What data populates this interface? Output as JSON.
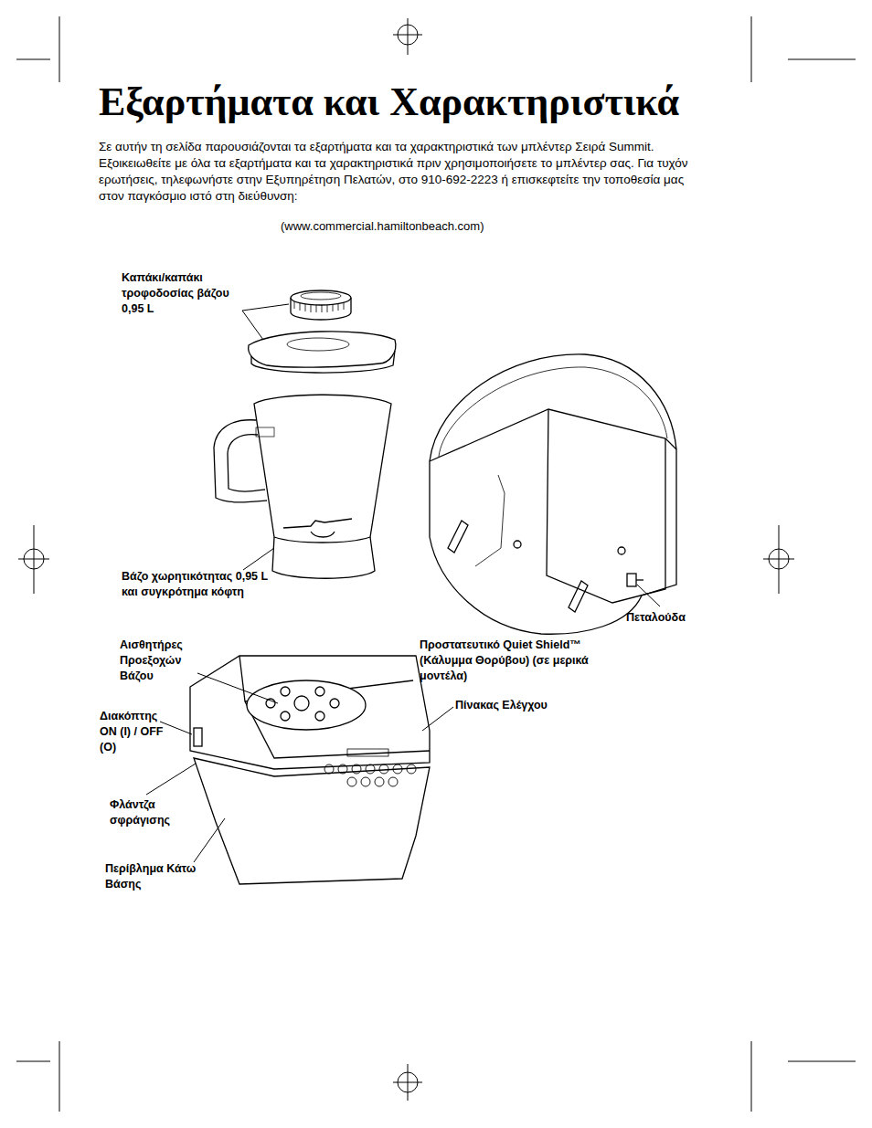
{
  "diagram": {
    "title": "Εξαρτήματα και Χαρακτηριστικά",
    "labels": [
      "Σε αυτήν τη σελίδα παρουσιάζονται τα εξαρτήματα και τα χαρακτηριστικά των μπλέντερ Σειρά Summit. Εξοικειωθείτε με όλα τα εξαρτήματα και τα χαρακτηριστικά πριν χρησιμοποιήσετε το μπλέντερ σας. Για τυχόν ερωτήσεις, τηλεφωνήστε στην Εξυπηρέτηση Πελατών, στο 910-692-2223 ή επισκεφτείτε την τοποθεσία μας στον παγκόσμιο ιστό στη διεύθυνση:",
      "(www.commercial.hamiltonbeach.com)",
      "Καπάκι/καπάκι τροφοδοσίας βάζου 0,95 L",
      "Βάζο χωρητικότητας 0,95 L και συγκρότημα κόφτη",
      "Πεταλούδα",
      "Αισθητήρες Προεξοχών Βάζου",
      "Προστατευτικό Quiet Shield™ (Κάλυμμα Θορύβου) (σε μερικά μοντέλα)",
      "Πίνακας Ελέγχου",
      "Διακόπτης ON (I) / OFF (O)",
      "Φλάντζα σφράγισης",
      "Περίβλημα Κάτω Βάσης"
    ]
  }
}
